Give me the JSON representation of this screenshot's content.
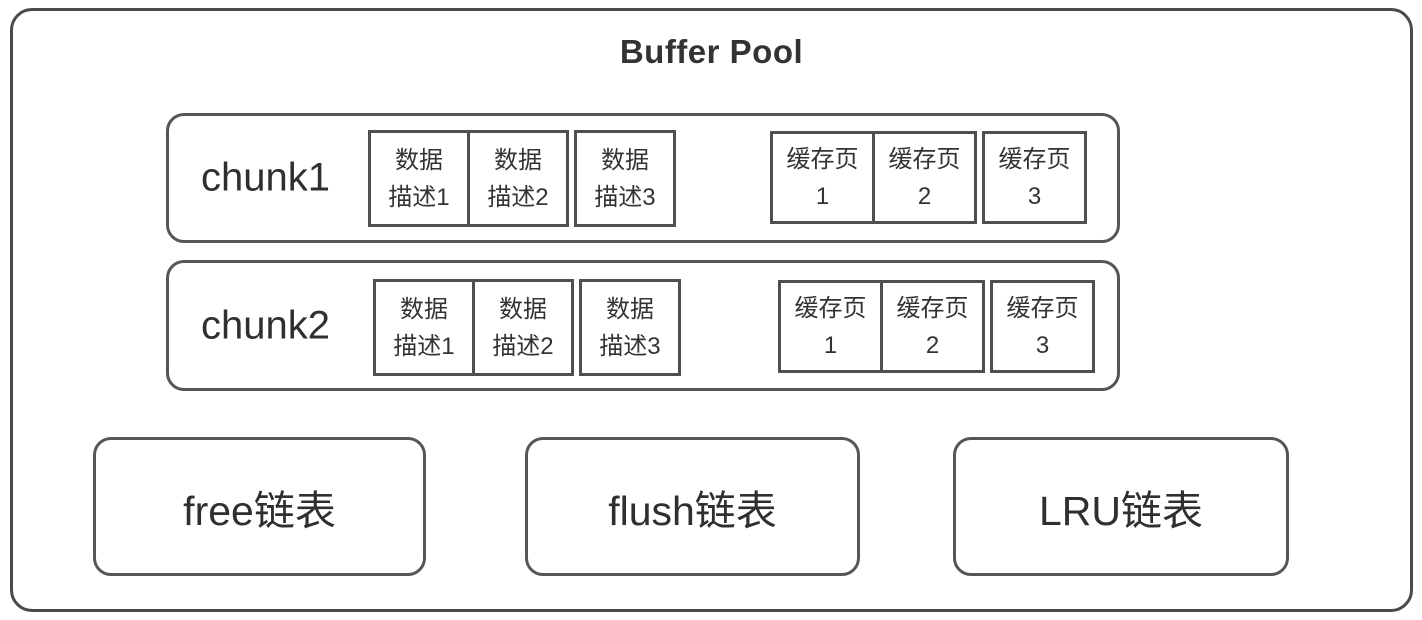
{
  "diagram": {
    "title": "Buffer Pool",
    "colors": {
      "border_dark": "#4a4a4a",
      "border_mid": "#565656",
      "text": "#333333",
      "background": "#ffffff"
    },
    "chunks": [
      {
        "label": "chunk1",
        "desc_boxes": [
          {
            "line1": "数据",
            "line2": "描述1"
          },
          {
            "line1": "数据",
            "line2": "描述2"
          },
          {
            "line1": "数据",
            "line2": "描述3"
          }
        ],
        "page_boxes": [
          {
            "line1": "缓存页",
            "line2": "1"
          },
          {
            "line1": "缓存页",
            "line2": "2"
          },
          {
            "line1": "缓存页",
            "line2": "3"
          }
        ]
      },
      {
        "label": "chunk2",
        "desc_boxes": [
          {
            "line1": "数据",
            "line2": "描述1"
          },
          {
            "line1": "数据",
            "line2": "描述2"
          },
          {
            "line1": "数据",
            "line2": "描述3"
          }
        ],
        "page_boxes": [
          {
            "line1": "缓存页",
            "line2": "1"
          },
          {
            "line1": "缓存页",
            "line2": "2"
          },
          {
            "line1": "缓存页",
            "line2": "3"
          }
        ]
      }
    ],
    "lists": [
      {
        "label": "free链表"
      },
      {
        "label": "flush链表"
      },
      {
        "label": "LRU链表"
      }
    ]
  }
}
